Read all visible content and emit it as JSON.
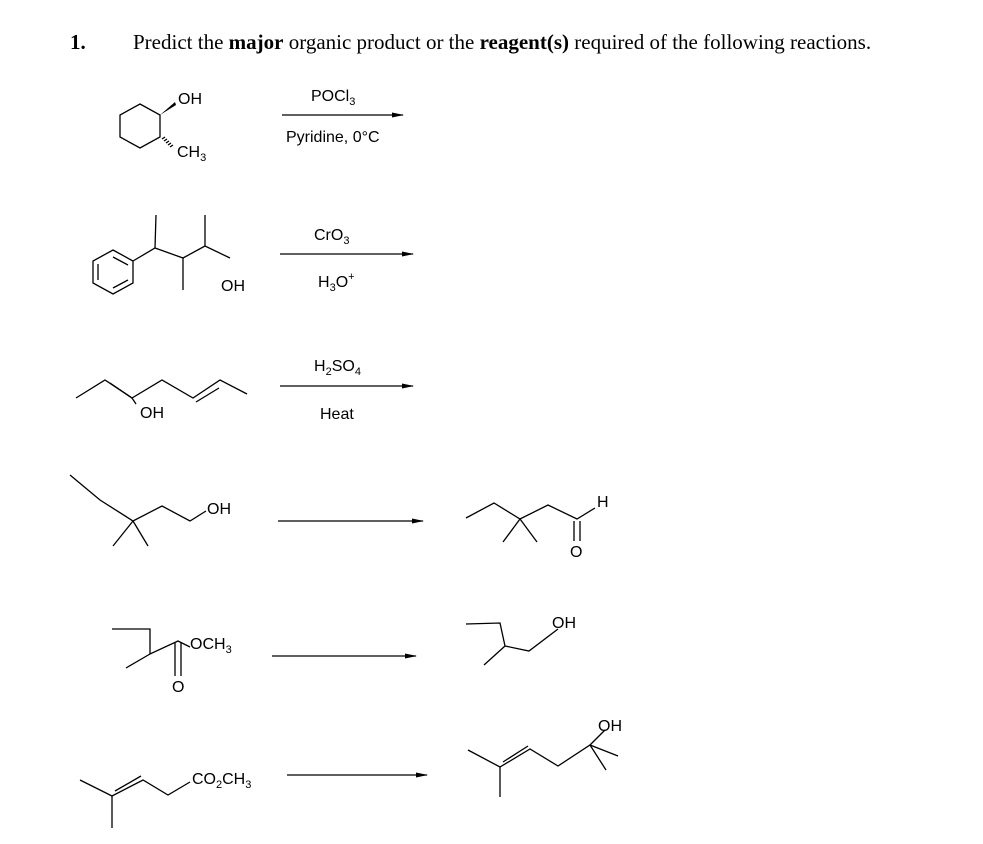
{
  "question": {
    "number": "1.",
    "prompt_part1": "Predict the ",
    "prompt_bold1": "major",
    "prompt_part2": " organic product or the ",
    "prompt_bold2": "reagent(s)",
    "prompt_part3": " required of the following reactions."
  },
  "reactions": [
    {
      "reactant_groups": [
        "OH",
        "CH",
        "3"
      ],
      "reagent_above": [
        "POCl",
        "3"
      ],
      "reagent_below": "Pyridine, 0°C"
    },
    {
      "reactant_groups": [
        "OH"
      ],
      "reagent_above": [
        "CrO",
        "3"
      ],
      "reagent_below": [
        "H",
        "3",
        "O",
        "+"
      ]
    },
    {
      "reactant_groups": [
        "OH"
      ],
      "reagent_above": [
        "H",
        "2",
        "SO",
        "4"
      ],
      "reagent_below": "Heat"
    },
    {
      "reactant_groups": [
        "OH"
      ],
      "product_groups": [
        "H",
        "O"
      ]
    },
    {
      "reactant_groups": [
        "OCH",
        "3",
        "O"
      ],
      "product_groups": [
        "OH"
      ]
    },
    {
      "reactant_groups": [
        "CO",
        "2",
        "CH",
        "3"
      ],
      "product_groups": [
        "OH"
      ]
    }
  ]
}
